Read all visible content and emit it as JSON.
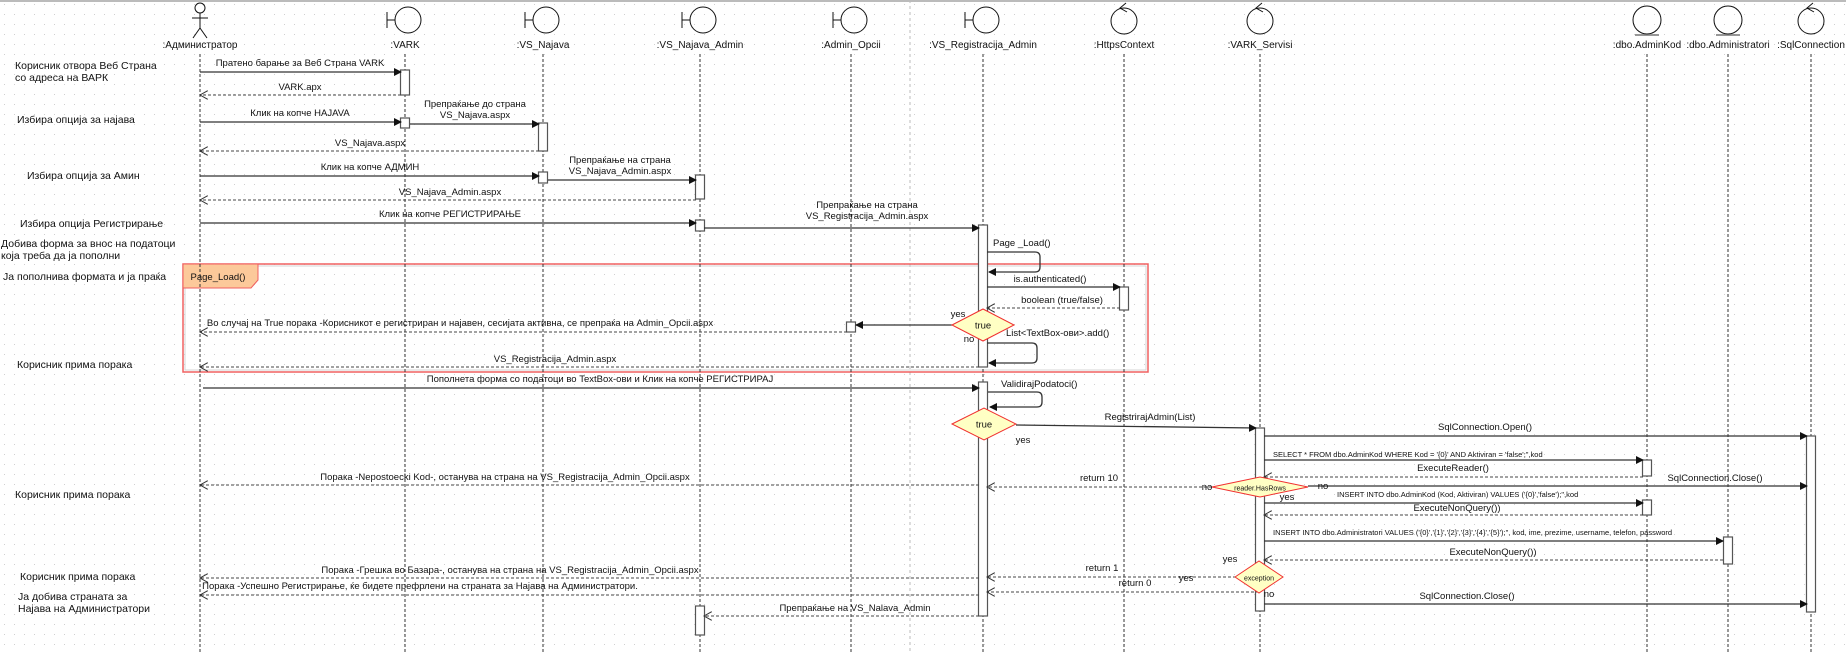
{
  "diagram": {
    "participants": {
      "admin": ":Администратор",
      "vark": ":VARK",
      "najava": ":VS_Najava",
      "najavaAdmin": ":VS_Najava_Admin",
      "opcii": ":Admin_Opcii",
      "reg": ":VS_Registracija_Admin",
      "https": ":HttpsContext",
      "servisi": ":VARK_Servisi",
      "adminKod": ":dbo.AdminKod",
      "administratori": ":dbo.Administratori",
      "sql": ":SqlConnection"
    },
    "notes": {
      "n1": [
        "Корисник отвора Веб Страна",
        "со адреса на ВАРК"
      ],
      "n2": [
        "Избира опција за најава"
      ],
      "n3": [
        "Избира опција за Амин"
      ],
      "n4": [
        "Избира опција Регистрирање"
      ],
      "n5": [
        "Добива форма за внос на податоци",
        "која треба да ја пополни"
      ],
      "n6": [
        "Ја пополнива формата и ја праќа"
      ],
      "n7": [
        "Корисник прима порака"
      ],
      "n8": [
        "Корисник прима порака"
      ],
      "n9": [
        "Корисник прима порака"
      ],
      "n10": [
        "Ја добива страната за",
        "Најава на Администратори"
      ]
    },
    "frame_label": "Page_Load()",
    "guards": {
      "g1": "true",
      "g2": "true",
      "g3": "reader.HasRows",
      "g4": "exception"
    },
    "branch_labels": {
      "g1_yes": "yes",
      "g1_no": "no",
      "g2_yes": "yes",
      "g3_no_left": "no",
      "g3_no_right": "no",
      "g3_yes": "yes",
      "g4_yes_top": "yes",
      "g4_yes": "yes",
      "g4_no": "no"
    },
    "messages": {
      "m1": [
        "Пратено барање за Веб Страна VARK"
      ],
      "m2": [
        "VARK.apx"
      ],
      "m3": [
        "Клик на копче HAJAVA"
      ],
      "m4": [
        "Препраќање до страна",
        "VS_Najava.aspx"
      ],
      "m5": [
        "VS_Najava.aspx"
      ],
      "m6": [
        "Клик на копче АДМИН"
      ],
      "m7": [
        "Препраќање на страна",
        "VS_Najava_Admin.aspx"
      ],
      "m8": [
        "VS_Najava_Admin.aspx"
      ],
      "m9": [
        "Клик на копче РЕГИСТРИРАЊЕ"
      ],
      "m10": [
        "Препраќање на страна",
        "VS_Registracija_Admin.aspx"
      ],
      "m11": [
        "Page _Load()"
      ],
      "m12": [
        "is.authenticated()"
      ],
      "m13": [
        "boolean (true/false)"
      ],
      "m14": [
        ""
      ],
      "m15": [
        "Во случај на True порака -Корисникот е регистриран и најавен, сесијата активна, се препраќа на Admin_Opcii.aspx"
      ],
      "m16": [
        "List<TextBox-ови>.add()"
      ],
      "m17": [
        "VS_Registracija_Admin.aspx"
      ],
      "m18": [
        "Пополнета форма со податоци во TextBox-ови и Клик на копче РЕГИСТРИРАЈ"
      ],
      "m19": [
        "ValidirajPodatoci()"
      ],
      "m20": [
        "RegistrirajAdmin(List)"
      ],
      "m21": [
        "SqlConnection.Open()"
      ],
      "m22": [
        "SELECT * FROM dbo.AdminKod WHERE Kod = '{0}' AND Aktiviran = 'false';\",kod"
      ],
      "m23": [
        "ExecuteReader()"
      ],
      "m24": [
        "return 10"
      ],
      "m25": [
        "Порака -Nepostoecki Kod-, останува на страна на VS_Registracija_Admin_Opcii.aspx"
      ],
      "m26": [
        "SqlConnection.Close()"
      ],
      "m27": [
        "INSERT INTO dbo.AdminKod (Kod, Aktiviran) VALUES ('{0}','false');\",kod"
      ],
      "m28": [
        "ExecuteNonQuery())"
      ],
      "m29": [
        "INSERT INTO dbo.Administratori VALUES ('{0}','{1}','{2}','{3}','{4}','{5}');\", kod, ime, prezime, username, telefon, password"
      ],
      "m30": [
        "ExecuteNonQuery())"
      ],
      "m31": [
        "return 1"
      ],
      "m32": [
        "Порака -Грешка во Базара-, останува на страна на VS_Registracija_Admin_Opcii.aspx"
      ],
      "m33": [
        "return 0"
      ],
      "m34": [
        "Порака -Успешно Регистрирање, ќе бидете префрлени на страната за Најава на Администратори."
      ],
      "m35": [
        "SqlConnection.Close()"
      ],
      "m36": [
        "Препраќање на VS_Nalava_Admin"
      ]
    },
    "colors": {
      "frame": "#f06060",
      "frame_tag_fill": "#fcc99a",
      "guard_fill": "#ffffc4",
      "guard_stroke": "#f03030",
      "line": "#222222",
      "grid_dot": "#c8c8c8"
    }
  }
}
